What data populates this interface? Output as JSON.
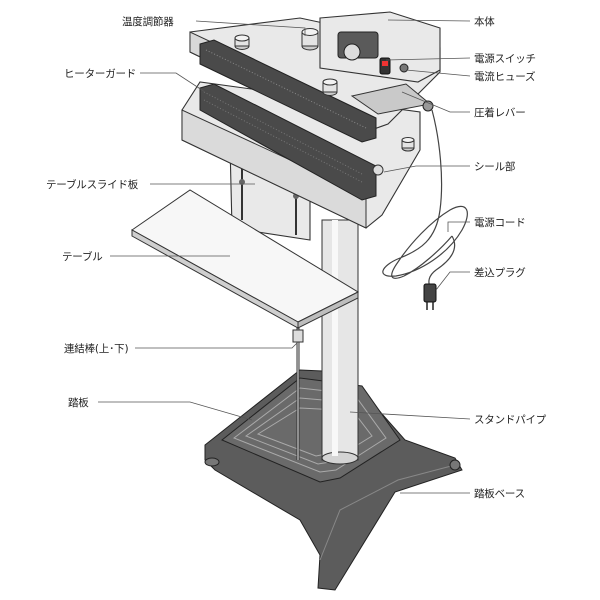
{
  "labels": {
    "temp_controller": "温度調節器",
    "heater_guard": "ヒーターガード",
    "table_slide_plate": "テーブルスライド板",
    "table": "テーブル",
    "link_rod": "連結棒(上･下)",
    "pedal": "踏板",
    "main_body": "本体",
    "power_switch": "電源スイッチ",
    "current_fuse": "電流ヒューズ",
    "pressure_lever": "圧着レバー",
    "seal_part": "シール部",
    "power_cord": "電源コード",
    "plug": "差込プラグ",
    "stand_pipe": "スタンドパイプ",
    "pedal_base": "踏板ベース"
  },
  "colors": {
    "line": "#333333",
    "body_fill": "#e9e9e9",
    "heater_fill": "#4a4a4a",
    "base_fill": "#5a5a5a"
  }
}
